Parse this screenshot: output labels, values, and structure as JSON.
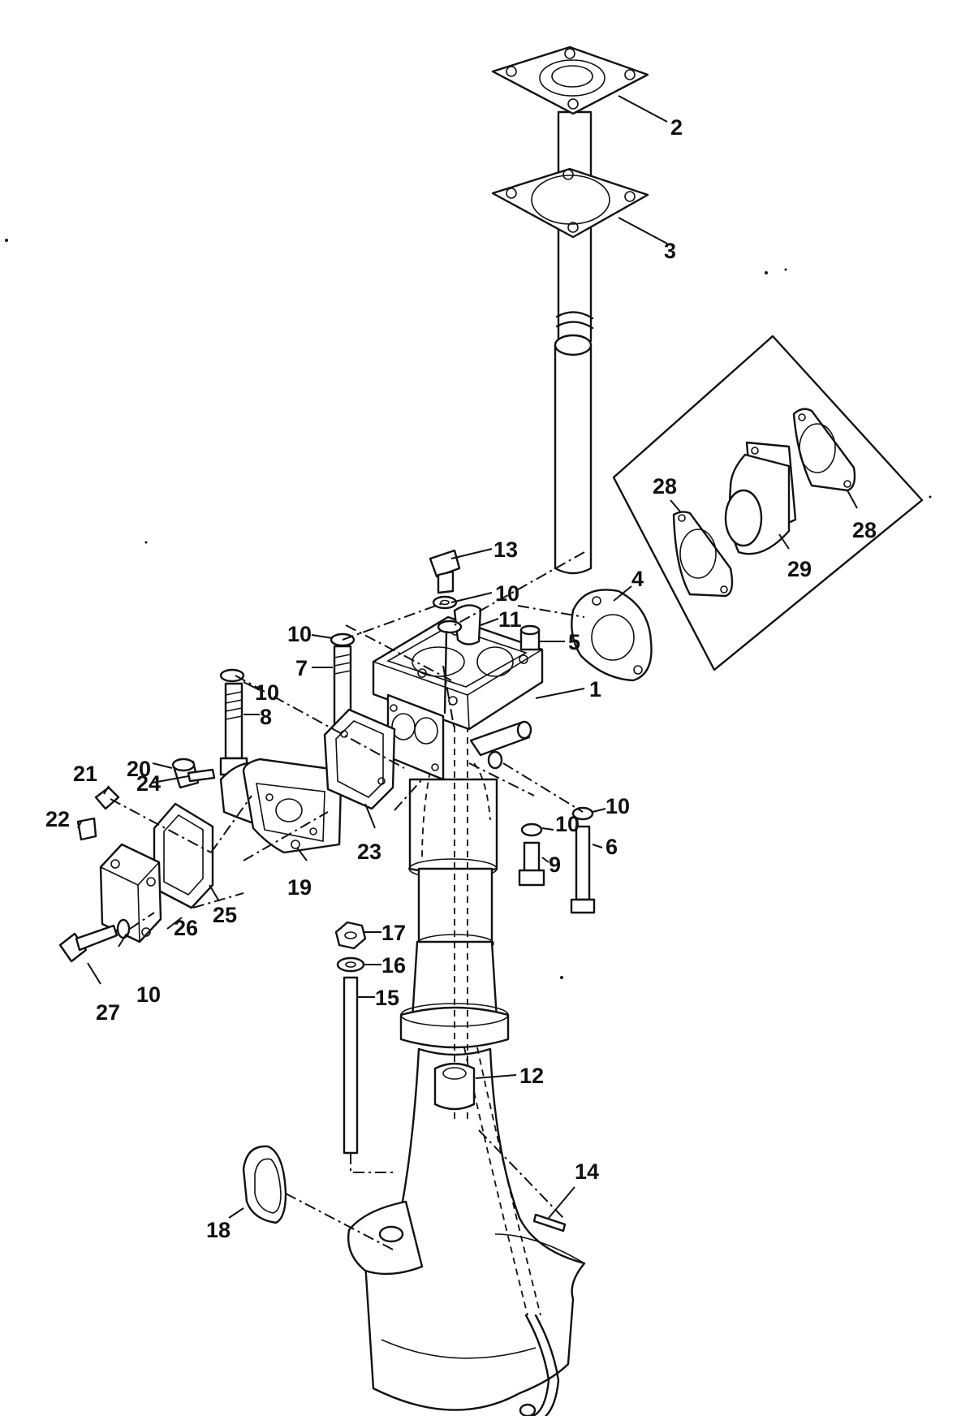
{
  "callouts": [
    {
      "id": "c1",
      "text": "1"
    },
    {
      "id": "c2",
      "text": "2"
    },
    {
      "id": "c3",
      "text": "3"
    },
    {
      "id": "c4",
      "text": "4"
    },
    {
      "id": "c5",
      "text": "5"
    },
    {
      "id": "c6",
      "text": "6"
    },
    {
      "id": "c7",
      "text": "7"
    },
    {
      "id": "c8",
      "text": "8"
    },
    {
      "id": "c9",
      "text": "9"
    },
    {
      "id": "c10a",
      "text": "10"
    },
    {
      "id": "c10b",
      "text": "10"
    },
    {
      "id": "c10c",
      "text": "10"
    },
    {
      "id": "c10d",
      "text": "10"
    },
    {
      "id": "c10e",
      "text": "10"
    },
    {
      "id": "c10f",
      "text": "10"
    },
    {
      "id": "c11",
      "text": "11"
    },
    {
      "id": "c12",
      "text": "12"
    },
    {
      "id": "c13",
      "text": "13"
    },
    {
      "id": "c14",
      "text": "14"
    },
    {
      "id": "c15",
      "text": "15"
    },
    {
      "id": "c16",
      "text": "16"
    },
    {
      "id": "c17",
      "text": "17"
    },
    {
      "id": "c18",
      "text": "18"
    },
    {
      "id": "c19",
      "text": "19"
    },
    {
      "id": "c20",
      "text": "20"
    },
    {
      "id": "c21",
      "text": "21"
    },
    {
      "id": "c22",
      "text": "22"
    },
    {
      "id": "c23",
      "text": "23"
    },
    {
      "id": "c24",
      "text": "24"
    },
    {
      "id": "c25",
      "text": "25"
    },
    {
      "id": "c26",
      "text": "26"
    },
    {
      "id": "c27",
      "text": "27"
    },
    {
      "id": "c28a",
      "text": "28"
    },
    {
      "id": "c28b",
      "text": "28"
    },
    {
      "id": "c29",
      "text": "29"
    }
  ]
}
